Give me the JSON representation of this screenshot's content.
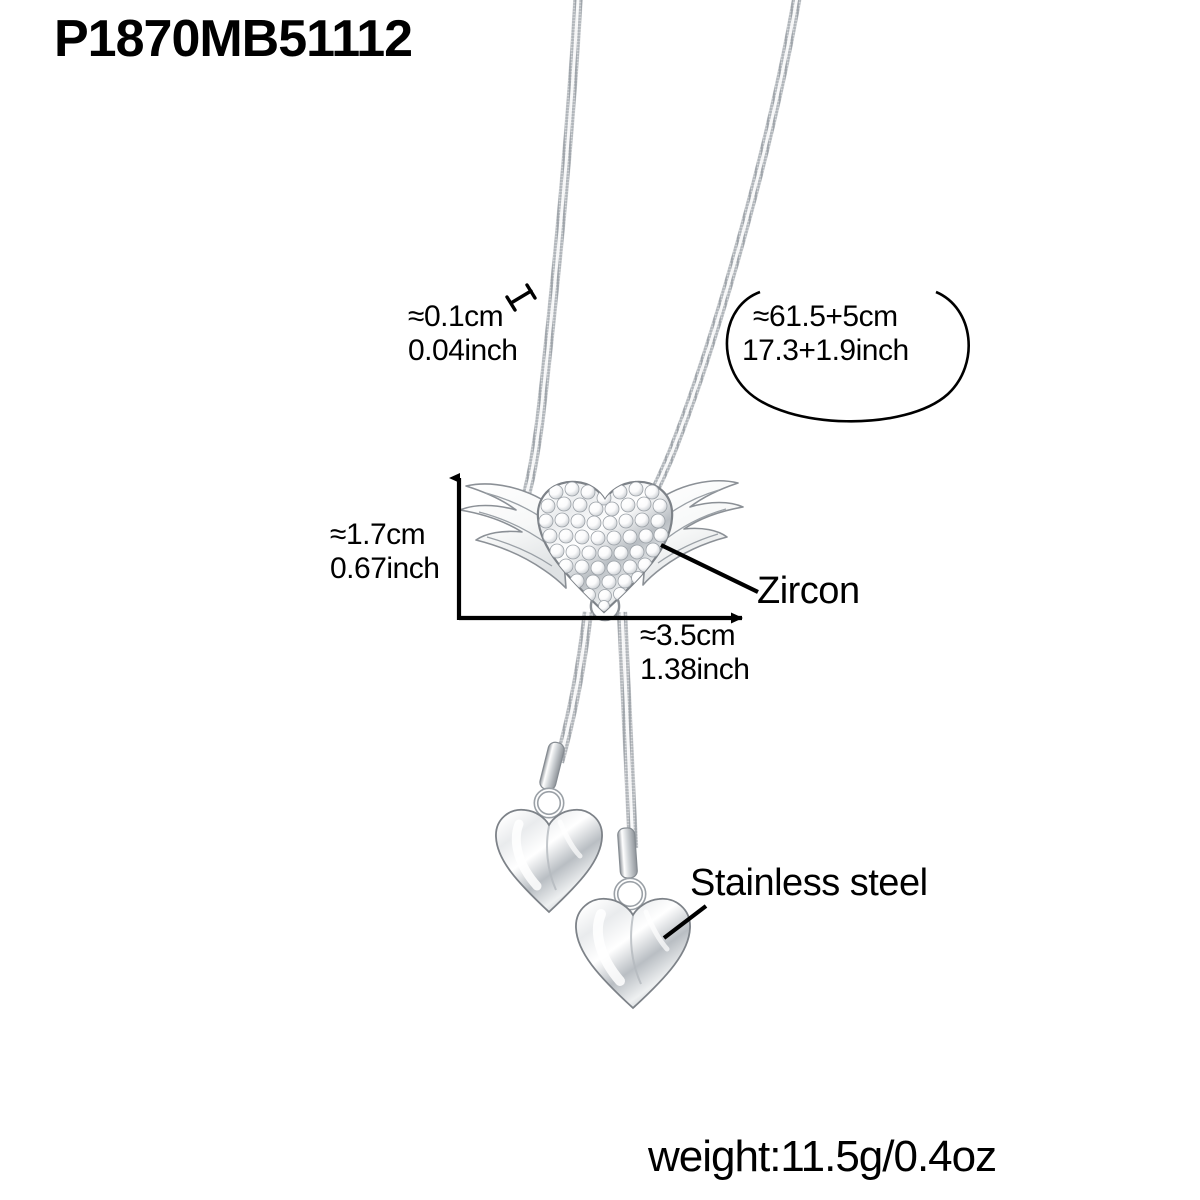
{
  "product": {
    "sku": "P1870MB51112",
    "weight": "weight:11.5g/0.4oz"
  },
  "dimensions": {
    "chain_thickness": {
      "metric": "≈0.1cm",
      "imperial": "0.04inch"
    },
    "chain_length": {
      "metric": "≈61.5+5cm",
      "imperial": "17.3+1.9inch"
    },
    "pendant_height": {
      "metric": "≈1.7cm",
      "imperial": "0.67inch"
    },
    "pendant_width": {
      "metric": "≈3.5cm",
      "imperial": "1.38inch"
    }
  },
  "materials": {
    "stone": "Zircon",
    "metal": "Stainless steel"
  },
  "icons": {
    "caliper": "caliper-tick-icon",
    "height_arrow": "up-arrow-icon",
    "width_arrow": "right-arrow-icon",
    "zircon_leader": "leader-line-icon",
    "steel_leader": "leader-line-icon",
    "callout_oval": "ellipse-callout-icon"
  },
  "colors": {
    "ink": "#000000",
    "background": "#ffffff",
    "metal_light": "#f4f5f6",
    "metal_mid": "#c9ccd0",
    "metal_dark": "#8d9298",
    "outline": "#6f747a"
  }
}
